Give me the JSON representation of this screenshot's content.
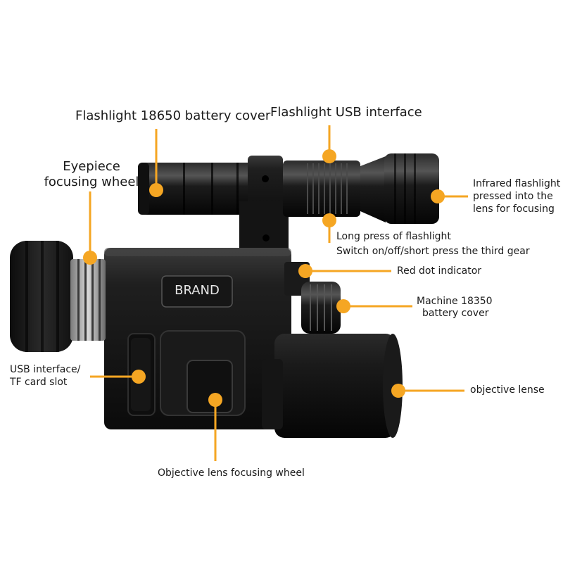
{
  "diagram": {
    "accent_color": "#f5a623",
    "brand_text": "BRAND",
    "callouts": {
      "battery_cover": "Flashlight 18650 battery cover",
      "usb_flashlight": "Flashlight USB interface",
      "eyepiece": [
        "Eyepiece",
        "focusing wheel"
      ],
      "infrared": [
        "Infrared flashlight",
        "pressed into the",
        "lens for focusing"
      ],
      "long_press": [
        "Long press of flashlight",
        "Switch on/off/short press the third gear"
      ],
      "red_dot": "Red dot indicator",
      "machine_battery": [
        "Machine 18350",
        "battery cover"
      ],
      "usb_tf": [
        "USB interface/",
        "TF card slot"
      ],
      "objective_lense": "objective lense",
      "objective_focus": "Objective lens focusing wheel"
    }
  }
}
